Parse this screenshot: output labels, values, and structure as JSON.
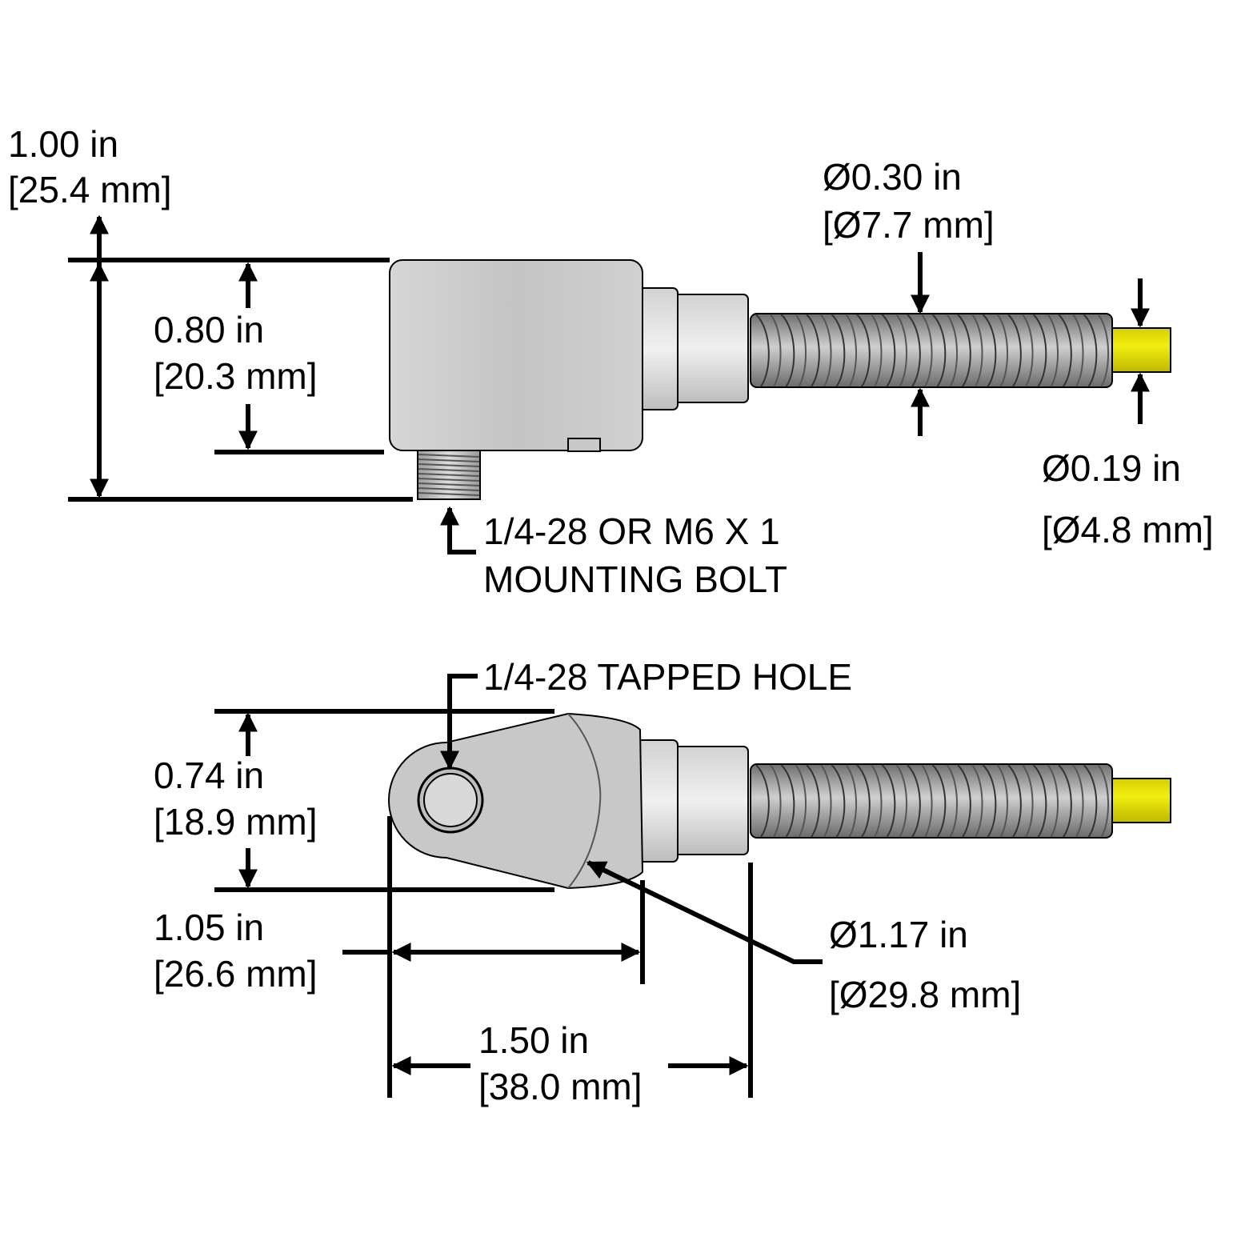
{
  "side_view": {
    "overall_height": {
      "in": "1.00 in",
      "mm": "[25.4 mm]"
    },
    "body_height": {
      "in": "0.80 in",
      "mm": "[20.3 mm]"
    },
    "armor_diameter": {
      "in": "Ø0.30 in",
      "mm": "[Ø7.7 mm]"
    },
    "cable_diameter": {
      "in": "Ø0.19 in",
      "mm": "[Ø4.8 mm]"
    },
    "bolt_note": {
      "line1": "1/4-28 OR M6 X 1",
      "line2": "MOUNTING BOLT"
    }
  },
  "top_view": {
    "hole_note": "1/4-28 TAPPED HOLE",
    "width": {
      "in": "0.74 in",
      "mm": "[18.9 mm]"
    },
    "hole_to_connector": {
      "in": "1.05 in",
      "mm": "[26.6 mm]"
    },
    "overall_length": {
      "in": "1.50 in",
      "mm": "[38.0 mm]"
    },
    "diameter": {
      "in": "Ø1.17 in",
      "mm": "[Ø29.8 mm]"
    }
  },
  "colors": {
    "body": "#c9c9c9",
    "armor": "#8a8a8a",
    "cable": "#e5e000",
    "line": "#000000"
  }
}
